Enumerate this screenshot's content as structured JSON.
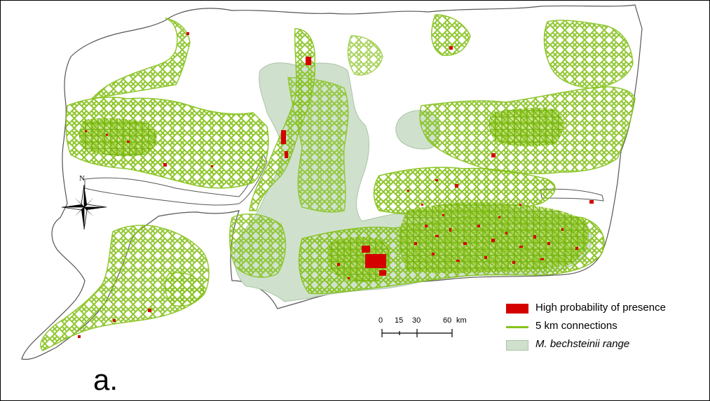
{
  "map": {
    "panel_label": "a.",
    "north_label": "N",
    "legend": [
      {
        "label": "High probability of presence",
        "color": "#d40000",
        "type": "box",
        "italic": false
      },
      {
        "label": "5 km connections",
        "color": "#86c21c",
        "type": "line",
        "italic": false
      },
      {
        "label": "M. bechsteinii range",
        "color": "#cfe1cc",
        "type": "box",
        "italic": true
      }
    ],
    "scale_bar": {
      "ticks": [
        "0",
        "15",
        "30",
        "60"
      ],
      "unit": "km"
    },
    "colors": {
      "network_green": "#86c21c",
      "presence_red": "#d40000",
      "range_fill": "#cfe1cc",
      "coastline": "#555555"
    },
    "icons": [
      "compass-rose-icon"
    ]
  }
}
